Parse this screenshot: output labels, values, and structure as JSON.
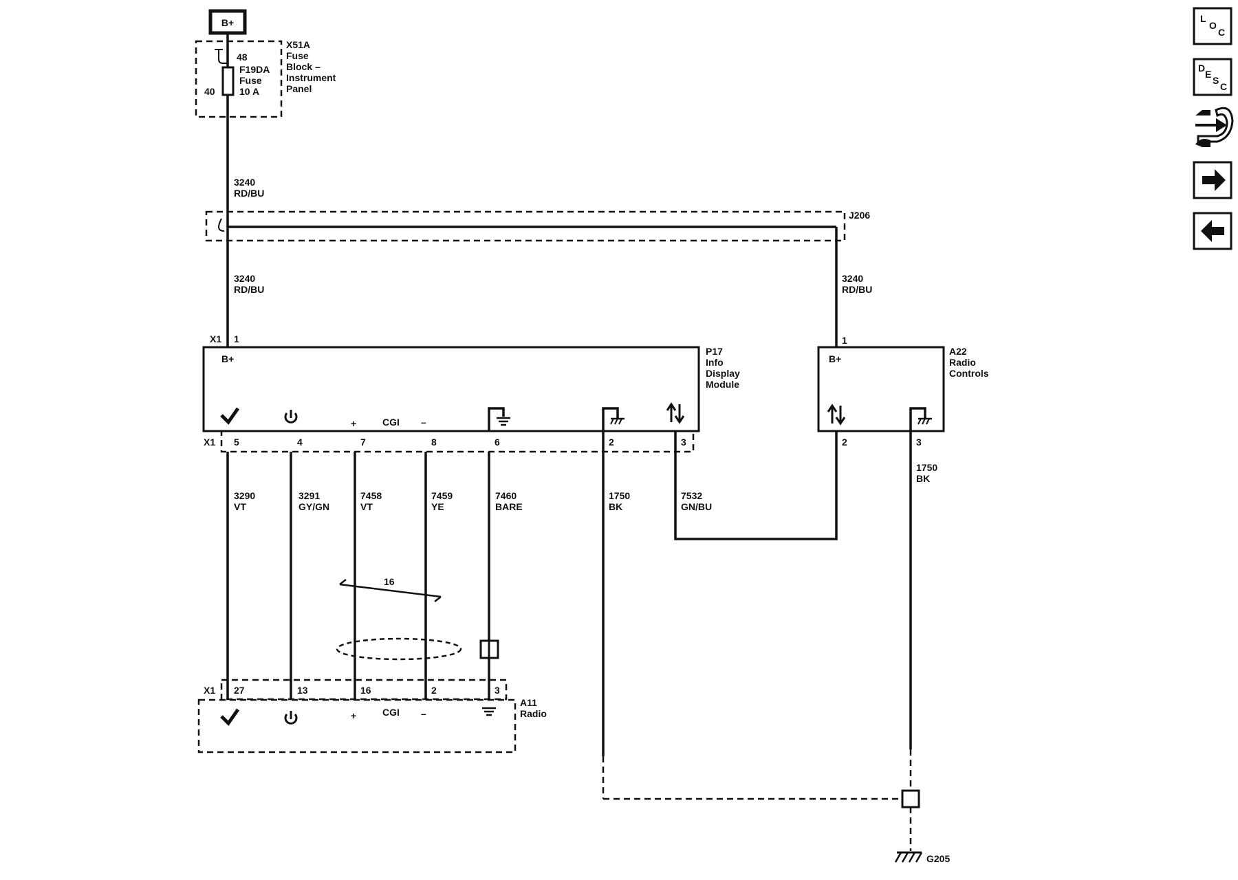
{
  "power_source": {
    "label": "B+"
  },
  "fuse_block": {
    "ref": "X51A",
    "name_line1": "Fuse",
    "name_line2": "Block –",
    "name_line3": "Instrument",
    "name_line4": "Panel",
    "fuse_ref": "F19DA",
    "fuse_word": "Fuse",
    "fuse_rating": "10 A",
    "pin_top": "48",
    "pin_side": "40"
  },
  "splice": {
    "ref": "J206"
  },
  "wires": {
    "feed_upper": {
      "circuit": "3240",
      "color": "RD/BU"
    },
    "feed_left": {
      "circuit": "3240",
      "color": "RD/BU"
    },
    "feed_right": {
      "circuit": "3240",
      "color": "RD/BU"
    },
    "w3290": {
      "circuit": "3290",
      "color": "VT"
    },
    "w3291": {
      "circuit": "3291",
      "color": "GY/GN"
    },
    "w7458": {
      "circuit": "7458",
      "color": "VT"
    },
    "w7459": {
      "circuit": "7459",
      "color": "YE"
    },
    "w7460": {
      "circuit": "7460",
      "color": "BARE"
    },
    "w1750a": {
      "circuit": "1750",
      "color": "BK"
    },
    "w7532": {
      "circuit": "7532",
      "color": "GN/BU"
    },
    "w1750b": {
      "circuit": "1750",
      "color": "BK"
    }
  },
  "twist": {
    "label": "16"
  },
  "p17": {
    "ref": "P17",
    "name_line1": "Info",
    "name_line2": "Display",
    "name_line3": "Module",
    "connector": "X1",
    "bplus": "B+",
    "cgi": "CGI",
    "plus": "+",
    "minus": "–",
    "pin_top": "1",
    "pins": [
      "5",
      "4",
      "7",
      "8",
      "6",
      "2",
      "3"
    ]
  },
  "a22": {
    "ref": "A22",
    "name_line1": "Radio",
    "name_line2": "Controls",
    "bplus": "B+",
    "pin_top": "1",
    "pins": [
      "2",
      "3"
    ]
  },
  "a11": {
    "ref": "A11",
    "name_line1": "Radio",
    "connector": "X1",
    "cgi": "CGI",
    "plus": "+",
    "minus": "–",
    "pins": [
      "27",
      "13",
      "16",
      "2",
      "3"
    ]
  },
  "ground": {
    "ref": "G205"
  },
  "nav": {
    "loc": {
      "l1": "L",
      "l2": "O",
      "l3": "C"
    },
    "desc": {
      "l1": "D",
      "l2": "E",
      "l3": "S",
      "l4": "C"
    }
  },
  "icons": [
    "power-source-icon",
    "fuse-icon",
    "check-icon",
    "power-icon",
    "ground-icon",
    "chassis-ground-icon",
    "bidirectional-arrows-icon",
    "connector-pin-icon",
    "next-arrow-icon",
    "previous-arrow-icon",
    "connector-end-view-icon"
  ]
}
